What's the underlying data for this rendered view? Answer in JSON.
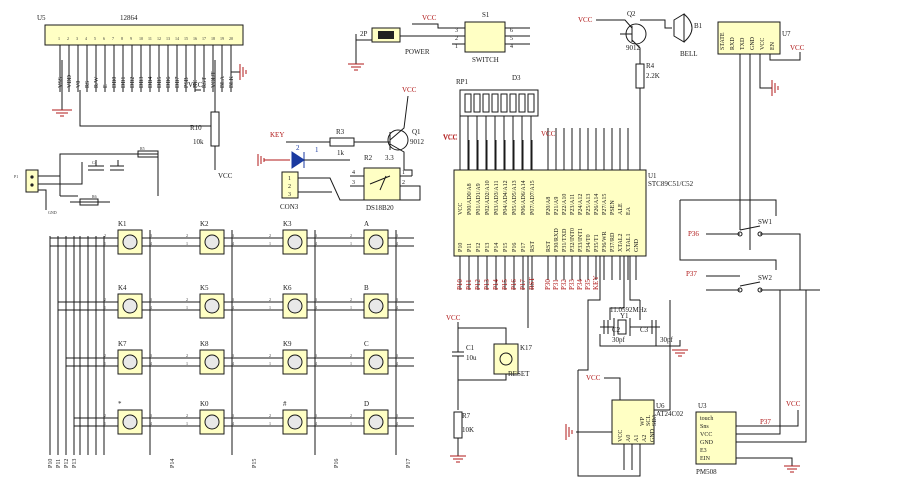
{
  "lcd": {
    "ref": "U5",
    "part": "12864",
    "pins": [
      "VSS",
      "VDD",
      "V0",
      "RS",
      "R/W",
      "E",
      "DB0",
      "DB1",
      "DB2",
      "DB3",
      "DB4",
      "DB5",
      "DB6",
      "DB7",
      "PSB",
      "NC",
      "RST",
      "VOUT",
      "BLA",
      "BLK"
    ],
    "vcc": "VCC"
  },
  "power": {
    "jack_ref": "2P",
    "jack_name": "POWER",
    "vcc": "VCC",
    "switch_ref": "S1",
    "switch_name": "SWITCH",
    "switch_pins": [
      "1",
      "2",
      "3",
      "4",
      "5",
      "6"
    ]
  },
  "buzzer": {
    "vcc": "VCC",
    "q_ref": "Q2",
    "q_part": "9012",
    "b_ref": "B1",
    "b_name": "BELL",
    "r_ref": "R4",
    "r_val": "2.2K"
  },
  "bluetooth": {
    "ref": "U7",
    "vcc": "VCC",
    "pins": [
      "STATE",
      "RXD",
      "TXD",
      "GND",
      "VCC",
      "EN"
    ]
  },
  "pot": {
    "ref": "R10",
    "val": "10k",
    "vcc": "VCC"
  },
  "rp": {
    "rp_ref": "RP1",
    "d_ref": "D3",
    "vcc": "VCC"
  },
  "led_driver": {
    "key": "KEY",
    "r3": "R3",
    "r3_val": "1k",
    "q1": "Q1",
    "q1_part": "9012",
    "vcc": "VCC",
    "r2": "R2",
    "r2_val": "3.3",
    "con": "CON3",
    "ds18": "DS18B20"
  },
  "left_sensor": {
    "vcc": "VCC",
    "r_ref": "R5",
    "gnd": "GND"
  },
  "mcu": {
    "ref": "U1",
    "part": "STC89C51/C52",
    "vcc": "VCC",
    "left_pins": [
      "VCC",
      "P00/AD0/A8",
      "P01/AD1/A9",
      "P02/AD2/A10",
      "P03/AD3/A11",
      "P04/AD4/A12",
      "P05/AD5/A13",
      "P06/AD6/A14",
      "P07/AD7/A15",
      "RST",
      "P30/RXD",
      "P31/TXD",
      "P32/INT0",
      "P33/INT1",
      "P34/T0",
      "P35/T1",
      "P36/WR",
      "P37/RD",
      "XTAL2",
      "XTAL1",
      "GND"
    ],
    "left_short": [
      "P10",
      "P11",
      "P12",
      "P13",
      "P14",
      "P15",
      "P16",
      "P17",
      "RST"
    ],
    "right_pins": [
      "P20/A8",
      "P21/A9",
      "P22/A10",
      "P23/A11",
      "P24/A12",
      "P25/A13",
      "P26/A14",
      "P27/A15",
      "PSEN",
      "ALE",
      "EA"
    ],
    "bottom_labels": [
      "P10",
      "P11",
      "P12",
      "P13",
      "P14",
      "P15",
      "P16",
      "P17",
      "RST",
      "P30",
      "P31",
      "P32",
      "P33",
      "P34",
      "P35",
      "KEY"
    ]
  },
  "crystal": {
    "y_ref": "Y1",
    "y_val": "11.0592MHz",
    "c2": "C2",
    "c2_val": "30pf",
    "c3": "C3",
    "c3_val": "30pf"
  },
  "reset": {
    "vcc": "VCC",
    "c_ref": "C1",
    "c_val": "10u",
    "k_ref": "K17",
    "k_name": "RESET",
    "r_ref": "R7",
    "r_val": "10K"
  },
  "switches": {
    "sw1": "SW1",
    "sw2": "SW2",
    "p36": "P36",
    "p37": "P37"
  },
  "eeprom": {
    "ref": "U6",
    "part": "AT24C02",
    "vcc": "VCC",
    "pins_l": [
      "VCC",
      "A0",
      "A1",
      "A2",
      "GND"
    ],
    "pins_r": [
      "WP",
      "SCL",
      "SDA"
    ]
  },
  "touch": {
    "ref": "U3",
    "part": "PM508",
    "vcc": "VCC",
    "p37": "P37",
    "pins": [
      "touch",
      "Sns",
      "VCC",
      "GND",
      "E3",
      "EIN"
    ]
  },
  "keypad": {
    "rows": [
      [
        "K1",
        "K2",
        "K3",
        "A"
      ],
      [
        "K4",
        "K5",
        "K6",
        "B"
      ],
      [
        "K7",
        "K8",
        "K9",
        "C"
      ],
      [
        "*",
        "K0",
        "#",
        "D"
      ]
    ],
    "bottom_labels": [
      "P10",
      "P11",
      "P12",
      "P13",
      "P14",
      "P15",
      "P16",
      "P17"
    ]
  }
}
